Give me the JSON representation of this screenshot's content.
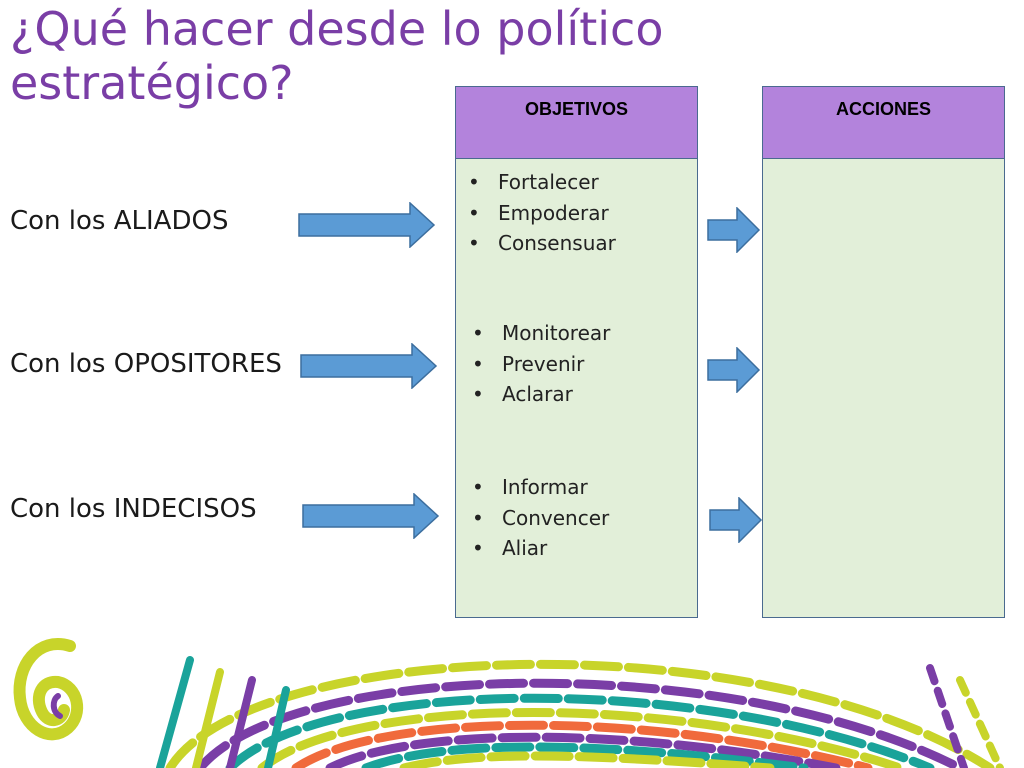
{
  "title": "¿Qué hacer desde lo político\nestratégico?",
  "groups": [
    {
      "label": "Con los ALIADOS",
      "items": [
        "Fortalecer",
        "Empoderar",
        "Consensuar"
      ]
    },
    {
      "label": "Con los OPOSITORES",
      "items": [
        "Monitorear",
        "Prevenir",
        "Aclarar"
      ]
    },
    {
      "label": "Con los INDECISOS",
      "items": [
        "Informar",
        "Convencer",
        "Aliar"
      ]
    }
  ],
  "columns": {
    "objetivos": "OBJETIVOS",
    "acciones": "ACCIONES"
  },
  "colors": {
    "title": "#7a3ea6",
    "header_fill": "#b383dc",
    "box_fill": "#e2efd9",
    "arrow_fill": "#5b9bd5",
    "arrow_stroke": "#3c6e9e"
  }
}
